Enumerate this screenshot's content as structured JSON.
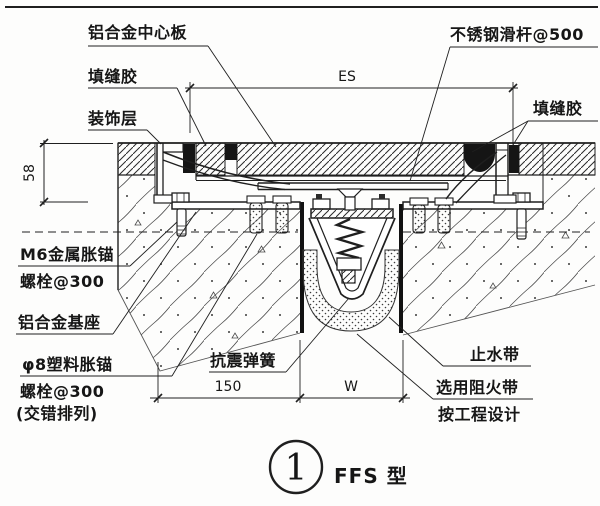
{
  "drawing": {
    "labels": {
      "center_plate": "铝合金中心板",
      "slide_rod": "不锈钢滑杆@500",
      "sealant_left": "填缝胶",
      "finish_layer": "装饰层",
      "sealant_right": "填缝胶",
      "m6_anchor_line1": "M6金属胀锚",
      "m6_anchor_line2": "螺栓@300",
      "base_seat": "铝合金基座",
      "plastic_anchor_line1": "φ8塑料胀锚",
      "plastic_anchor_line2": "螺栓@300",
      "plastic_anchor_line3": "(交错排列)",
      "seismic_spring": "抗震弹簧",
      "waterstop": "止水带",
      "fire_barrier_line1": "选用阻火带",
      "fire_barrier_line2": "按工程设计"
    },
    "dimensions": {
      "es": "ES",
      "depth": "58",
      "left_width": "150",
      "joint_width": "W"
    },
    "title": {
      "number": "1",
      "text": "FFS 型"
    },
    "colors": {
      "ink": "#1f1f1f",
      "paper": "#fdfdfc"
    }
  }
}
